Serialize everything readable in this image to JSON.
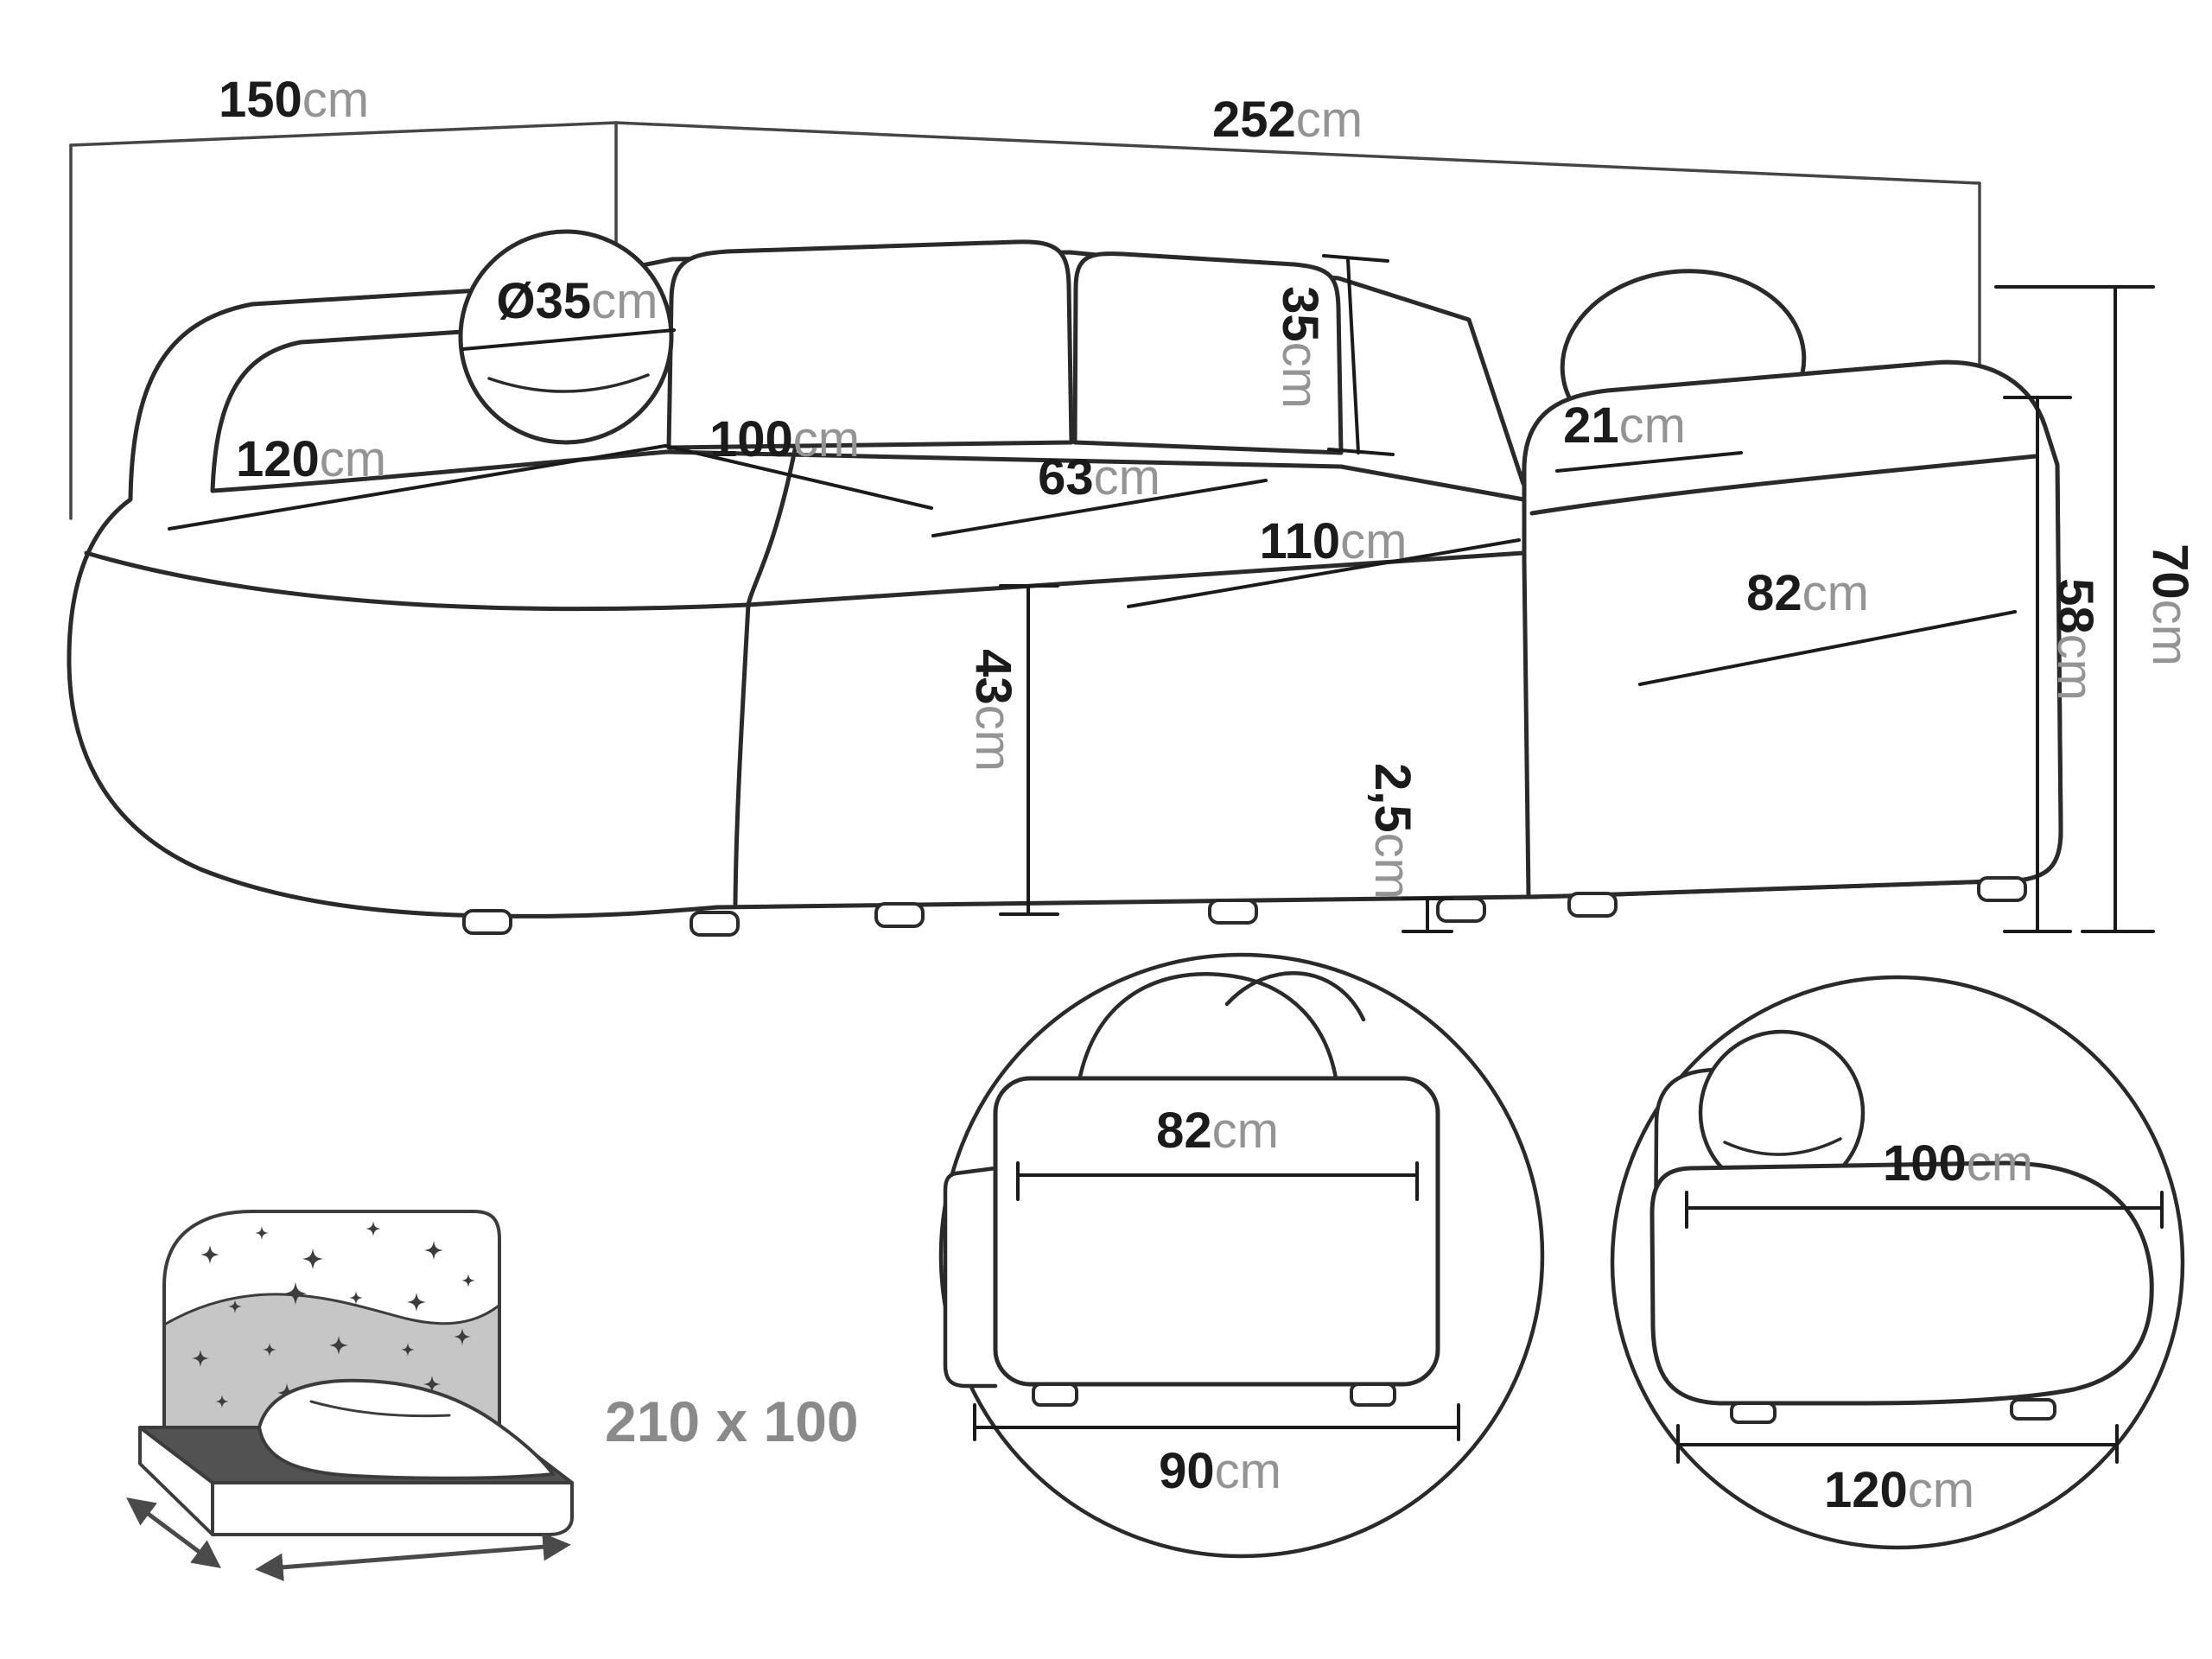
{
  "colors": {
    "outline": "#2a2a2a",
    "wall_line": "#454545",
    "number_text": "#1b1b1b",
    "unit_text": "#949494",
    "gray_text": "#8a8a8a",
    "mattress_fill": "#525252",
    "headboard_band": "#c6c6c6",
    "star_fill": "#3d3d3d"
  },
  "unit": "cm",
  "main_view": {
    "back_depth": {
      "value": "150",
      "unit": "cm"
    },
    "total_width": {
      "value": "252",
      "unit": "cm"
    },
    "bolster_diameter": {
      "value": "Ø35",
      "unit": "cm"
    },
    "back_cushion_height": {
      "value": "35",
      "unit": "cm"
    },
    "armrest_top_width": {
      "value": "21",
      "unit": "cm"
    },
    "chaise_seat_width": {
      "value": "120",
      "unit": "cm"
    },
    "chaise_seat_depth": {
      "value": "100",
      "unit": "cm"
    },
    "seat_cushion_depth": {
      "value": "63",
      "unit": "cm"
    },
    "seat_width": {
      "value": "110",
      "unit": "cm"
    },
    "armrest_side_length": {
      "value": "82",
      "unit": "cm"
    },
    "seat_height": {
      "value": "43",
      "unit": "cm"
    },
    "clearance_height": {
      "value": "2,5",
      "unit": "cm"
    },
    "armrest_height": {
      "value": "58",
      "unit": "cm"
    },
    "total_height": {
      "value": "70",
      "unit": "cm"
    }
  },
  "sleeping_area": {
    "size_label": "210 x 100"
  },
  "detail_armrest": {
    "top_width": {
      "value": "82",
      "unit": "cm"
    },
    "bottom_width": {
      "value": "90",
      "unit": "cm"
    }
  },
  "detail_chaise": {
    "top_length": {
      "value": "100",
      "unit": "cm"
    },
    "bottom_length": {
      "value": "120",
      "unit": "cm"
    }
  }
}
